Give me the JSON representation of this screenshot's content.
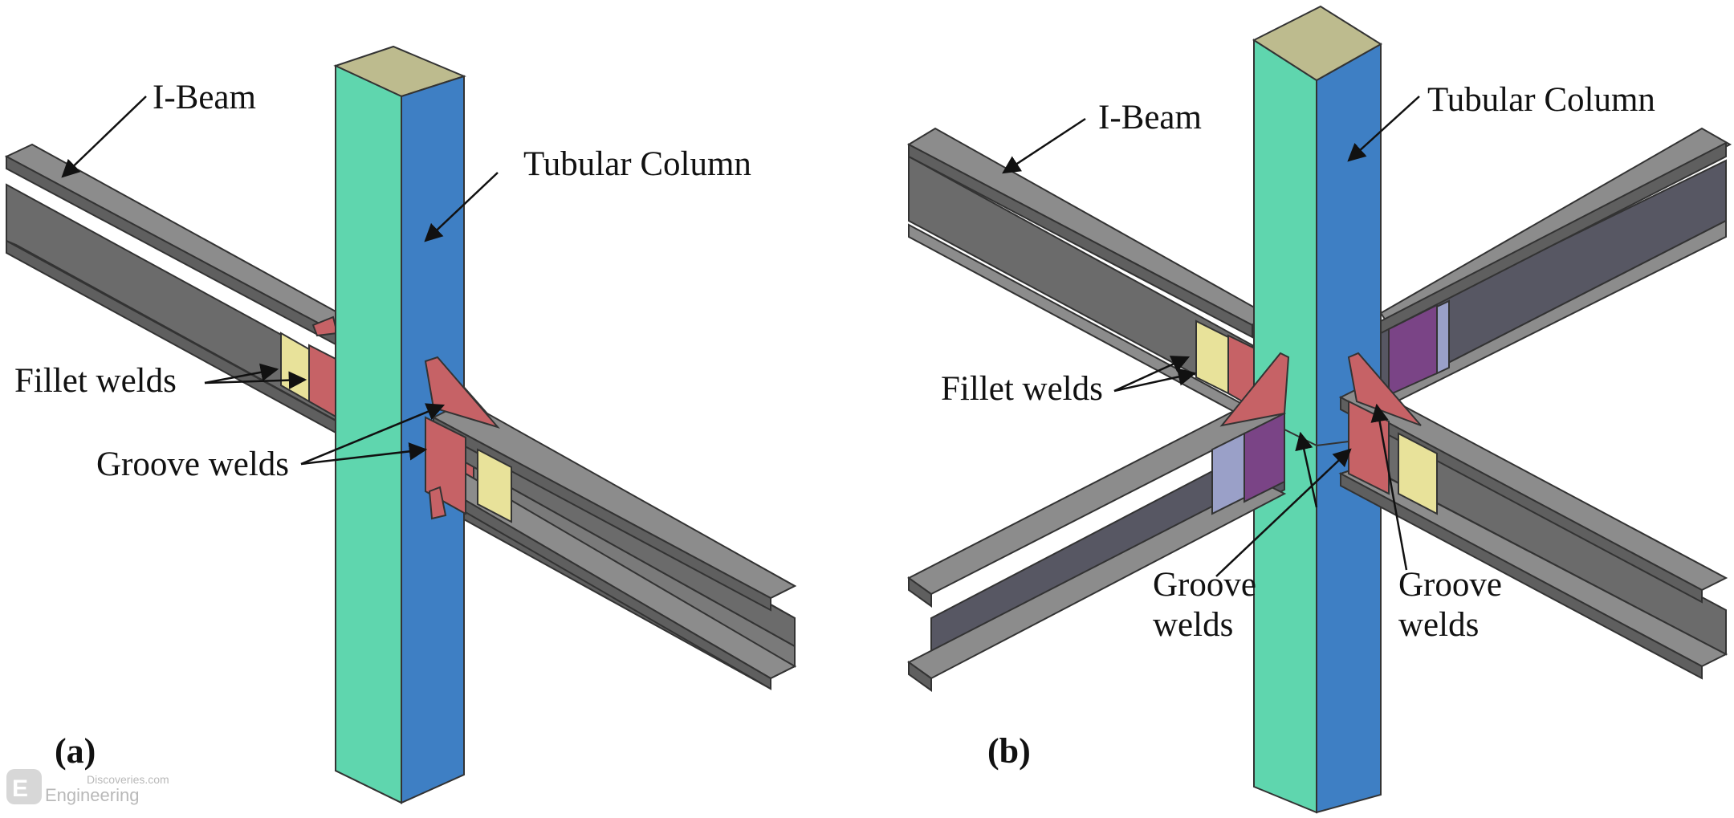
{
  "panel_a": {
    "tag": "(a)",
    "beam_label": "I-Beam",
    "column_label": "Tubular Column",
    "fillet_label": "Fillet welds",
    "groove_label": "Groove welds"
  },
  "panel_b": {
    "tag": "(b)",
    "beam_label": "I-Beam",
    "column_label": "Tubular Column",
    "fillet_label": "Fillet welds",
    "groove_left_line1": "Groove",
    "groove_left_line2": "welds",
    "groove_right_line1": "Groove",
    "groove_right_line2": "welds"
  },
  "watermark": {
    "line1": "Discoveries.com",
    "line2": "Engineering"
  },
  "colors": {
    "column_left": "#5fd6ae",
    "column_right": "#3e7fc4",
    "column_top": "#bdbb8e",
    "beam_web": "#6b6b6b",
    "beam_flange": "#8a8a8a",
    "beam_dark": "#575763",
    "weld_fillet": "#e8e29a",
    "weld_groove": "#c66266",
    "weld_purple": "#7a4486"
  }
}
